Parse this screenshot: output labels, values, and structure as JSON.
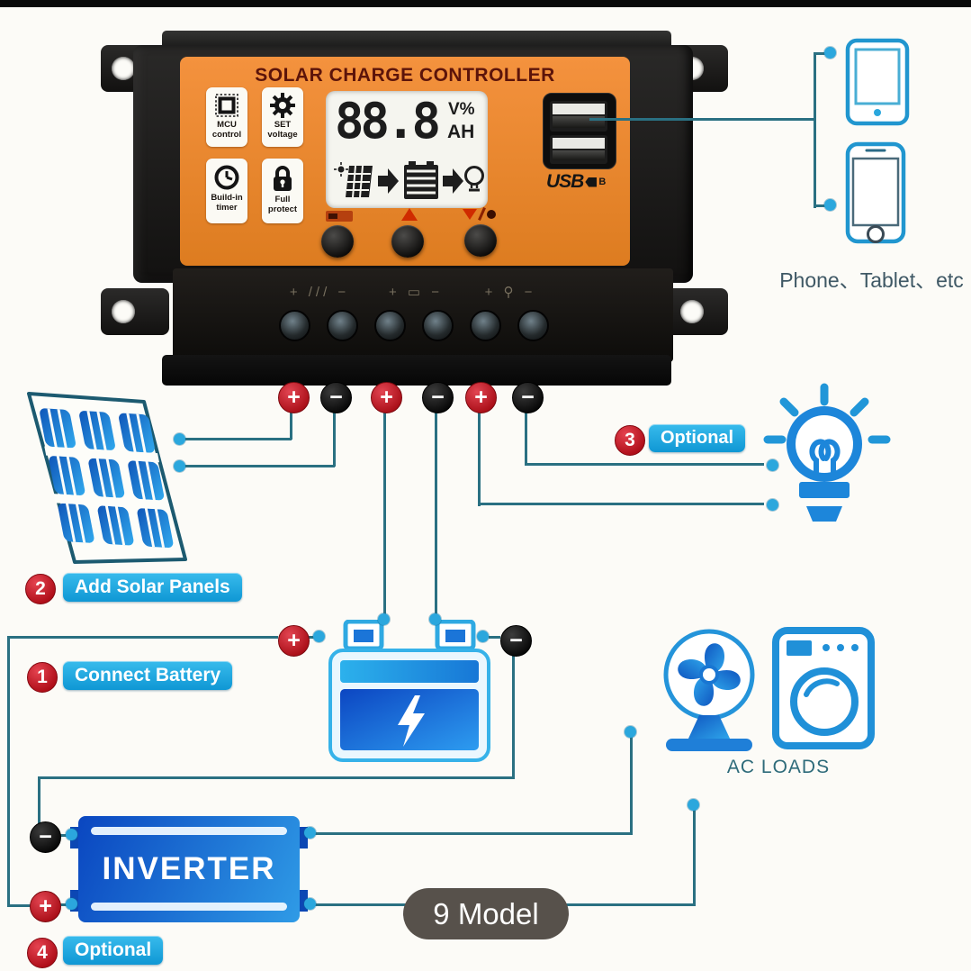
{
  "scene": {
    "background": "#fcfbf7",
    "top_strip_color": "#0a0a0a"
  },
  "controller": {
    "title": "SOLAR CHARGE CONTROLLER",
    "panel_color": "#ee8a33",
    "features": [
      {
        "icon": "chip-icon",
        "label": "MCU control"
      },
      {
        "icon": "gear-icon",
        "label": "SET voltage"
      },
      {
        "icon": "clock-icon",
        "label": "Build-in timer"
      },
      {
        "icon": "lock-icon",
        "label": "Full protect"
      }
    ],
    "lcd": {
      "value": "88.8",
      "unit_top": "V%",
      "unit_bottom": "AH",
      "flow_icons": [
        "sun-solar-panel-icon",
        "arrow-right-icon",
        "battery-icon",
        "arrow-right-icon",
        "bulb-icon"
      ]
    },
    "usb": {
      "label": "USB",
      "logo_suffix": "B",
      "ports": 2
    },
    "terminal_markings": [
      {
        "group": "solar",
        "text": "+ /// −"
      },
      {
        "group": "battery",
        "text": "+ ▭ −"
      },
      {
        "group": "load",
        "text": "+ ⚲ −"
      }
    ],
    "screw_terminals": 6
  },
  "polarity_row": [
    "+",
    "−",
    "+",
    "−",
    "+",
    "−"
  ],
  "steps": [
    {
      "num": "1",
      "label": "Connect Battery"
    },
    {
      "num": "2",
      "label": "Add Solar Panels"
    },
    {
      "num": "3",
      "label": "Optional"
    },
    {
      "num": "4",
      "label": "Optional"
    }
  ],
  "peripherals": {
    "usb_devices_label": "Phone、Tablet、etc",
    "ac_loads_label": "AC LOADS",
    "inverter_label": "INVERTER"
  },
  "badge": {
    "label": "9 Model",
    "background": "#57514b"
  },
  "colors": {
    "wire": "#2a7082",
    "node_dot": "#2ba7dd",
    "label_blue": "#16a3da",
    "step_red": "#c1161f",
    "device_blue": "#1b7fd8",
    "positive_red": "#c21722",
    "negative_black": "#111111",
    "controller_orange": "#ee8a33"
  }
}
